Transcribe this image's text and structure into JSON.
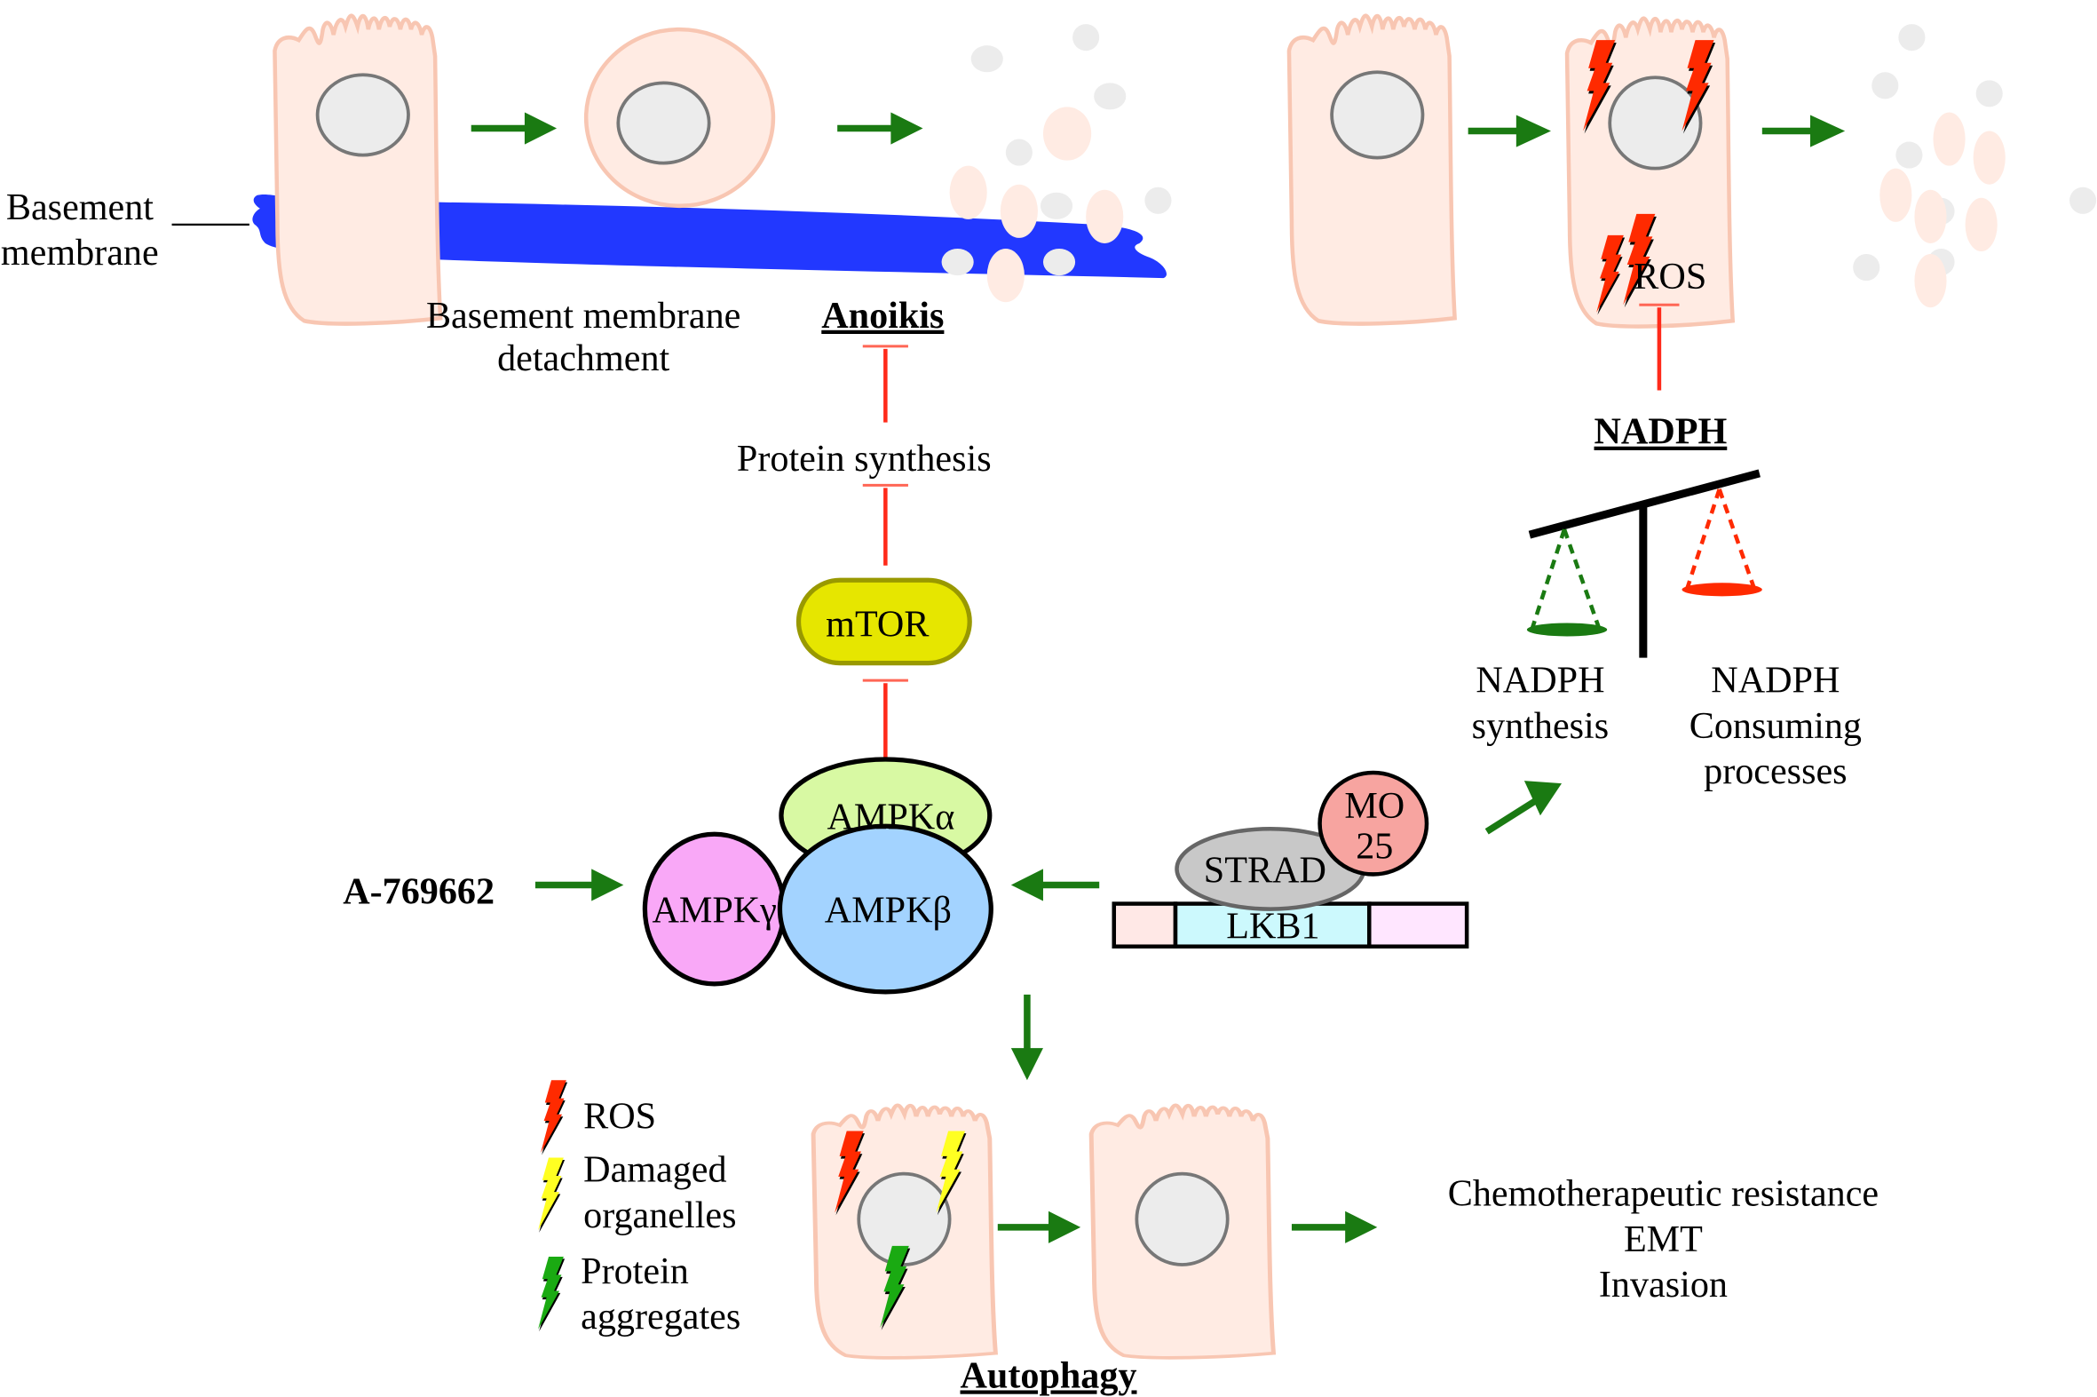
{
  "figure": {
    "type": "signaling-pathway-diagram",
    "colors": {
      "cell_fill": "#ffebe3",
      "cell_outline": "#f8c6b2",
      "nucleus": "#ececec",
      "basement_membrane": "#2238ff",
      "activation_arrow": "#1a7a12",
      "inhibition": "#ff2a1a",
      "ros_bolt": "#ff2a00",
      "damaged_organelles_bolt": "#ffff22",
      "protein_aggregates_bolt": "#1aaa12",
      "mtor": "#e6e600",
      "ampk_alpha": "#d8f9a3",
      "ampk_beta": "#a3d3ff",
      "ampk_gamma": "#f9a8f7",
      "strad": "#c8c8c8",
      "mo25": "#f7a4a0",
      "lkb1_center": "#ccf9fd",
      "lkb1_left": "#ffe8e6",
      "lkb1_right": "#ffe6ff"
    }
  },
  "anoikis_panel": {
    "basement_membrane_label": [
      "Basement",
      "membrane"
    ],
    "detachment_label": [
      "Basement membrane",
      "detachment"
    ],
    "title": "Anoikis"
  },
  "ros_panel": {
    "ros_label": "ROS",
    "nadph_title": "NADPH"
  },
  "balance": {
    "left_label": [
      "NADPH",
      "synthesis"
    ],
    "right_label": [
      "NADPH",
      "Consuming",
      "processes"
    ],
    "tilt": "right-side-up"
  },
  "pathway": {
    "protein_synthesis": "Protein synthesis",
    "mtor": "mTOR",
    "ampk_alpha": "AMPKα",
    "ampk_beta": "AMPKβ",
    "ampk_gamma": "AMPKγ",
    "activator": "A-769662",
    "strad": "STRAD",
    "mo25": [
      "MO",
      "25"
    ],
    "lkb1": "LKB1"
  },
  "autophagy_panel": {
    "legend": [
      {
        "icon": "ros-bolt-icon",
        "label": [
          "ROS"
        ]
      },
      {
        "icon": "damaged-organelles-bolt-icon",
        "label": [
          "Damaged",
          "organelles"
        ]
      },
      {
        "icon": "protein-aggregates-bolt-icon",
        "label": [
          "Protein",
          "aggregates"
        ]
      }
    ],
    "title": "Autophagy",
    "outcomes": [
      "Chemotherapeutic resistance",
      "EMT",
      "Invasion"
    ]
  }
}
